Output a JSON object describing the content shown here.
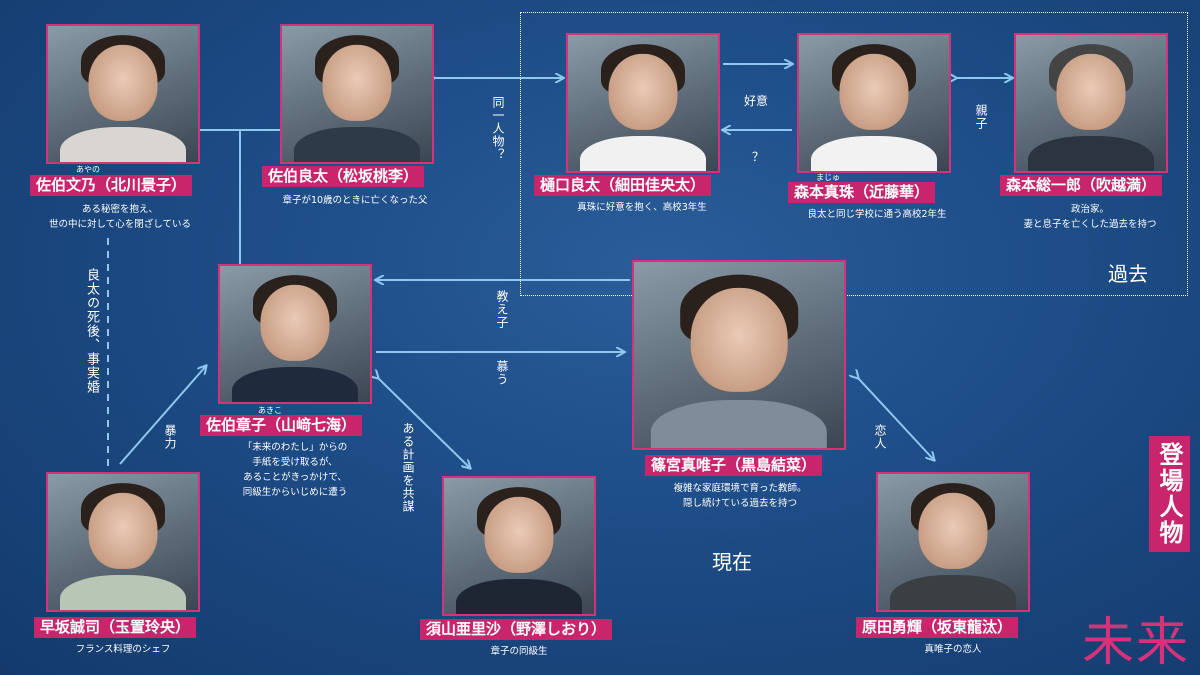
{
  "past_label": "過去",
  "present_label": "現在",
  "title": "登場人物",
  "brand": "未来",
  "characters": {
    "fumino": {
      "ruby": "あやの",
      "name": "佐伯文乃（北川景子）",
      "desc": [
        "ある秘密を抱え、",
        "世の中に対して心を閉ざしている"
      ]
    },
    "ryota": {
      "ruby": "",
      "name": "佐伯良太（松坂桃李）",
      "desc": [
        "章子が10歳のときに亡くなった父"
      ]
    },
    "higuchi": {
      "ruby": "",
      "name": "樋口良太（細田佳央太）",
      "desc": [
        "真珠に好意を抱く、高校3年生"
      ]
    },
    "mashu": {
      "ruby": "まじゅ",
      "name": "森本真珠（近藤華）",
      "desc": [
        "良太と同じ学校に通う高校2年生"
      ]
    },
    "soichiro": {
      "ruby": "",
      "name": "森本総一郎（吹越満）",
      "desc": [
        "政治家。",
        "妻と息子を亡くした過去を持つ"
      ]
    },
    "akiko": {
      "ruby": "あきこ",
      "name": "佐伯章子（山﨑七海）",
      "desc": [
        "「未来のわたし」からの",
        "手紙を受け取るが、",
        "あることがきっかけで、",
        "同級生からいじめに遭う"
      ]
    },
    "mayuko": {
      "ruby": "",
      "name": "篠宮真唯子（黒島結菜）",
      "desc": [
        "複雑な家庭環境で育った教師。",
        "隠し続けている過去を持つ"
      ]
    },
    "hayasaka": {
      "ruby": "",
      "name": "早坂誠司（玉置玲央）",
      "desc": [
        "フランス料理のシェフ"
      ]
    },
    "suyama": {
      "ruby": "",
      "name": "須山亜里沙（野澤しおり）",
      "desc": [
        "章子の同級生"
      ]
    },
    "harada": {
      "ruby": "",
      "name": "原田勇輝（坂東龍汰）",
      "desc": [
        "真唯子の恋人"
      ]
    }
  },
  "relations": {
    "same_person": "同一人物？",
    "like": "好意",
    "question": "？",
    "parent_child": "親子",
    "teach": "教え子",
    "admire": "慕う",
    "violence": "暴力",
    "plan": "ある計画を共謀",
    "lover": "恋人",
    "marriage": "良太の死後、事実婚"
  },
  "colors": {
    "background": "#1d4c86",
    "accent": "#c8256c",
    "arrow": "#8fc7ef"
  }
}
